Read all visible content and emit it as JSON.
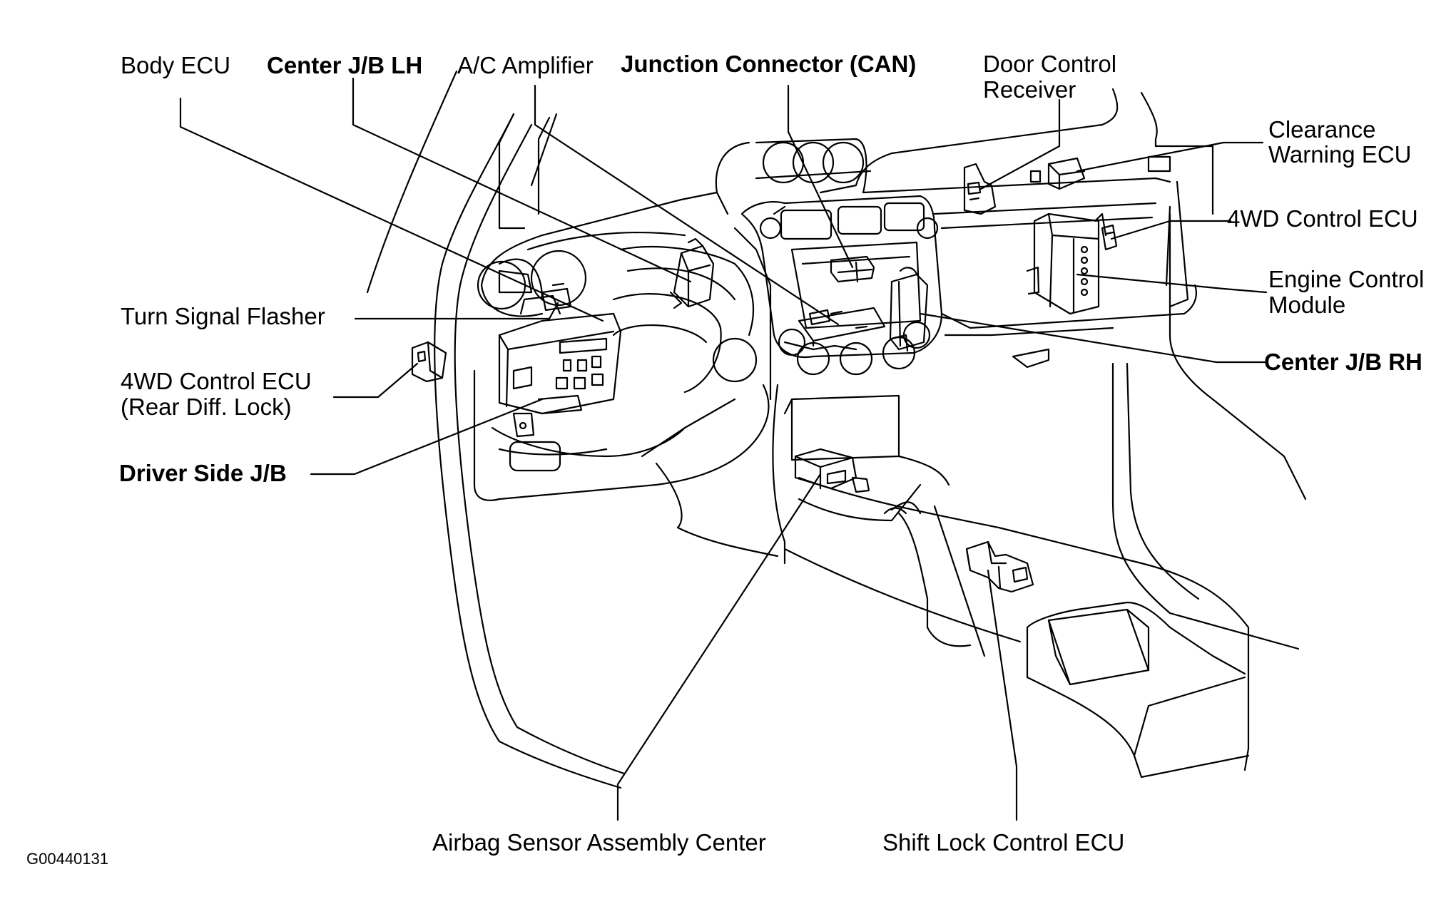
{
  "figure_id": "G00440131",
  "labels": {
    "body_ecu": "Body ECU",
    "center_jb_lh": "Center J/B LH",
    "ac_amplifier": "A/C Amplifier",
    "junction_connector": "Junction Connector (CAN)",
    "door_control_receiver_1": "Door Control",
    "door_control_receiver_2": "Receiver",
    "clearance_warning_1": "Clearance",
    "clearance_warning_2": "Warning ECU",
    "fourwd_control_ecu": "4WD Control ECU",
    "engine_control_module_1": "Engine Control",
    "engine_control_module_2": "Module",
    "center_jb_rh": "Center J/B RH",
    "turn_signal_flasher": "Turn Signal Flasher",
    "fourwd_rear_diff_1": "4WD Control ECU",
    "fourwd_rear_diff_2": "(Rear Diff. Lock)",
    "driver_side_jb": "Driver Side J/B",
    "airbag_sensor": "Airbag Sensor Assembly Center",
    "shift_lock_ecu": "Shift Lock Control ECU"
  }
}
